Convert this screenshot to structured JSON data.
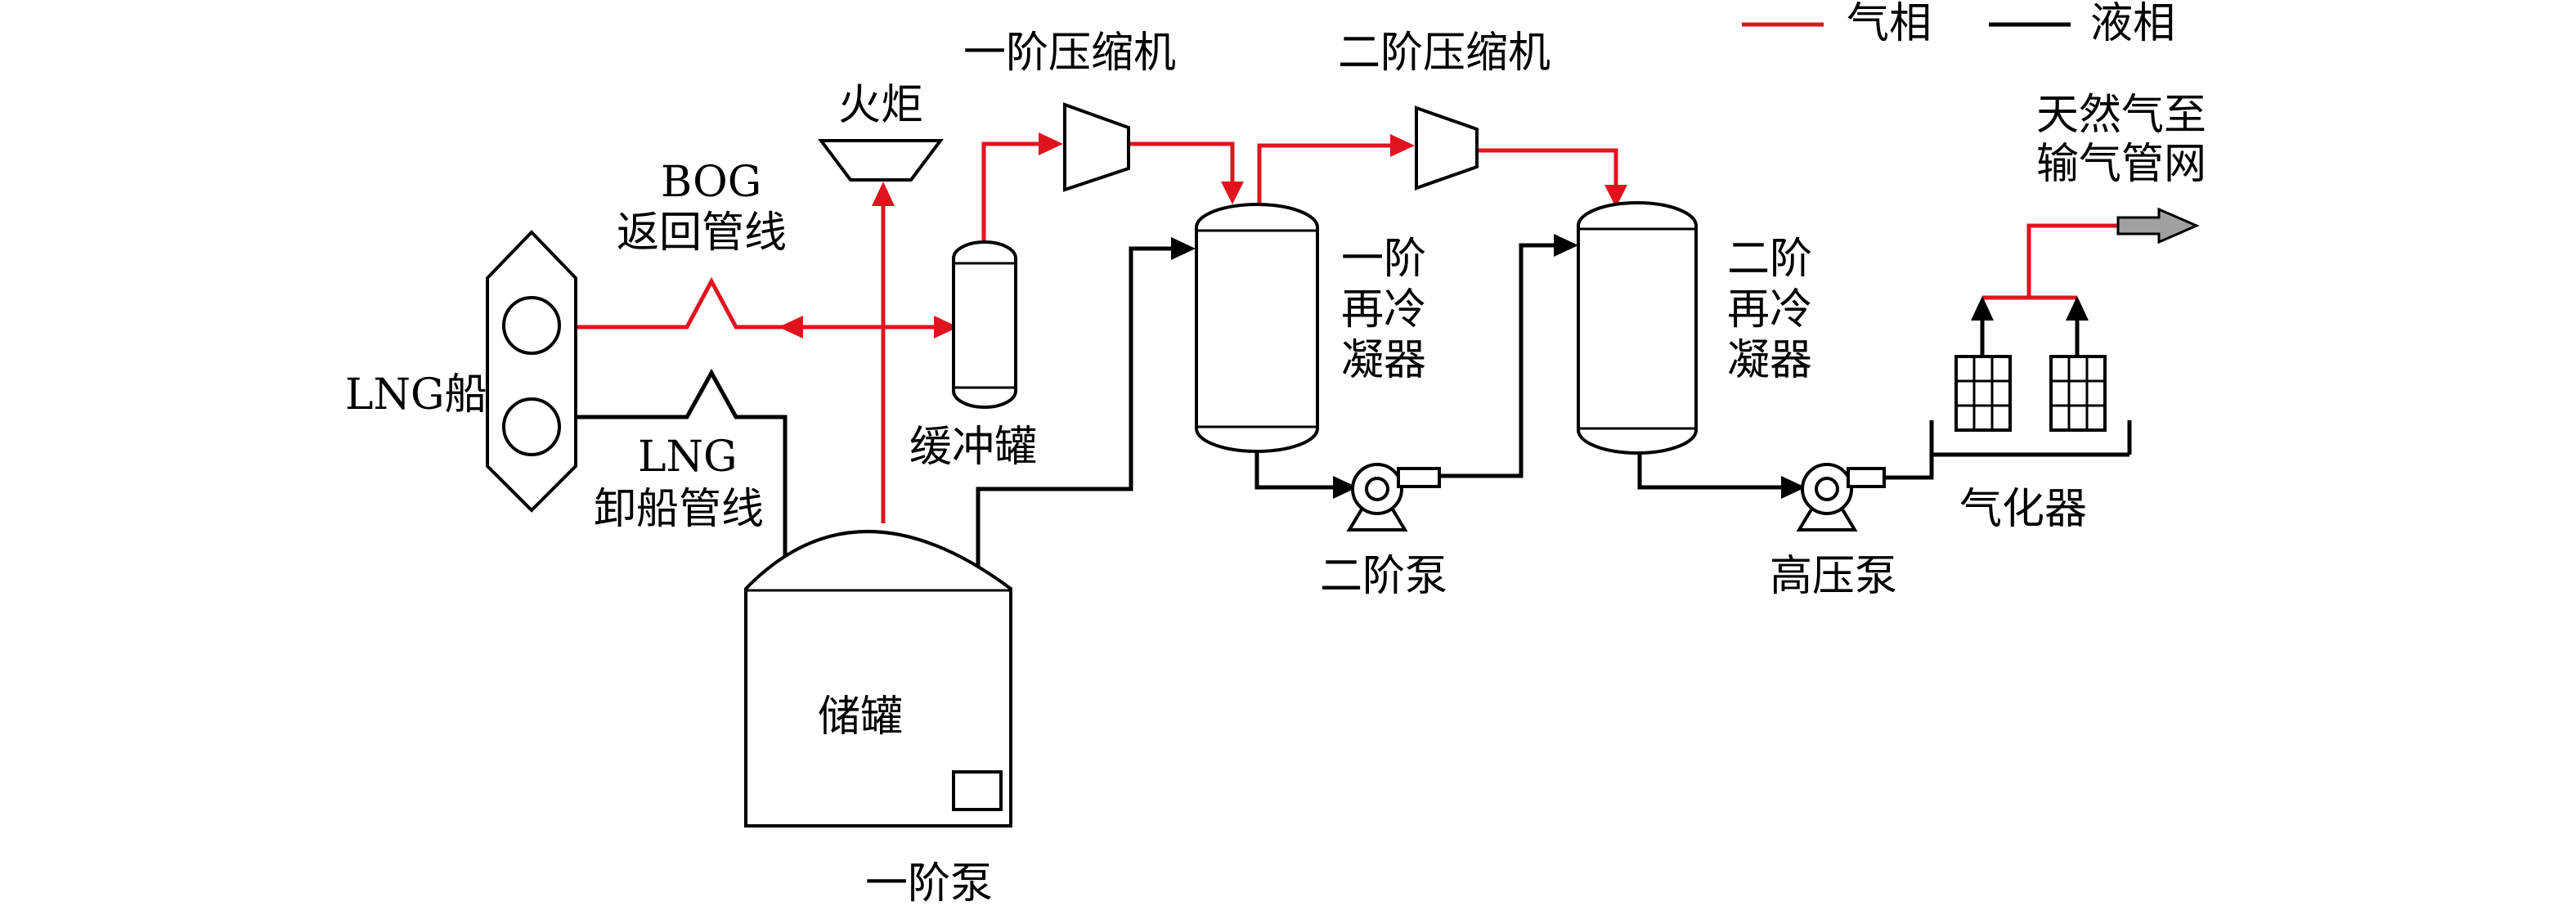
{
  "legend": {
    "gas": {
      "label": "气相",
      "color": "#e0141e"
    },
    "liquid": {
      "label": "液相",
      "color": "#000000"
    }
  },
  "labels": {
    "flare": "火炬",
    "stage1_compressor": "一阶压缩机",
    "stage2_compressor": "二阶压缩机",
    "bog_line": [
      "BOG",
      "返回管线"
    ],
    "lng_ship": "LNG船",
    "lng_line": [
      "LNG",
      "卸船管线"
    ],
    "buffer_tank": "缓冲罐",
    "stage1_recondenser": [
      "一阶",
      "再冷",
      "凝器"
    ],
    "stage2_recondenser": [
      "二阶",
      "再冷",
      "凝器"
    ],
    "gas_to_grid": [
      "天然气至",
      "输气管网"
    ],
    "stage2_pump": "二阶泵",
    "high_pressure_pump": "高压泵",
    "vaporizer": "气化器",
    "storage_tank": "储罐",
    "stage1_pump": "一阶泵"
  }
}
